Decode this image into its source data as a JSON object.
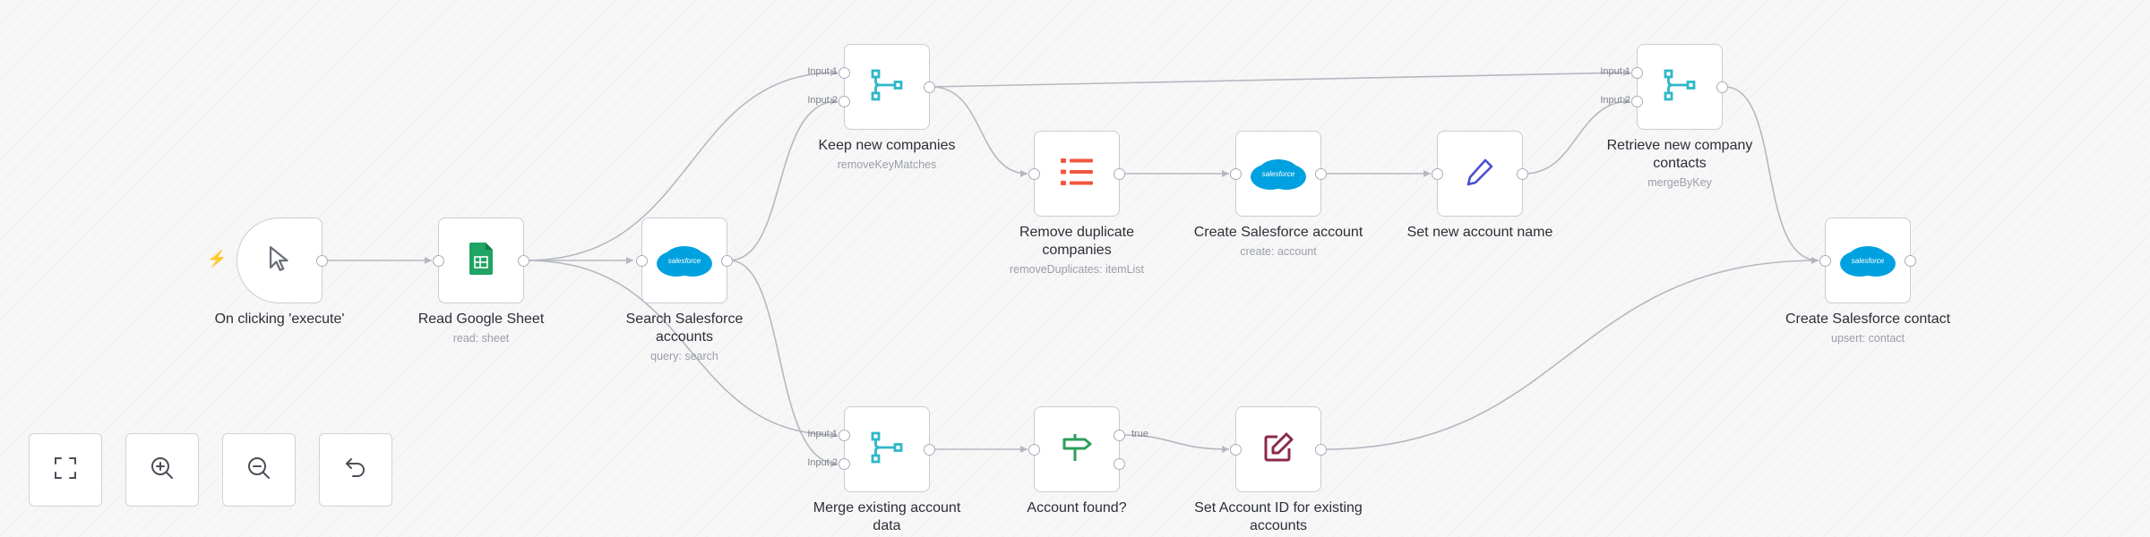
{
  "canvas": {
    "nodes": {
      "trigger": {
        "title": "On clicking 'execute'",
        "icon": "cursor-arrow-icon"
      },
      "read_sheet": {
        "title": "Read Google Sheet",
        "sub": "read: sheet",
        "icon": "google-sheets-icon"
      },
      "search_sf": {
        "title": "Search Salesforce accounts",
        "sub": "query: search",
        "icon": "salesforce-icon",
        "logo_text": "salesforce"
      },
      "keep_new": {
        "title": "Keep new companies",
        "sub": "removeKeyMatches",
        "icon": "merge-icon",
        "inputs": [
          "Input 1",
          "Input 2"
        ]
      },
      "merge_existing": {
        "title": "Merge existing account data",
        "icon": "merge-icon",
        "inputs": [
          "Input 1",
          "Input 2"
        ]
      },
      "remove_dup": {
        "title": "Remove duplicate companies",
        "sub": "removeDuplicates: itemList",
        "icon": "list-icon"
      },
      "account_found": {
        "title": "Account found?",
        "icon": "signpost-icon",
        "outputs": [
          "true"
        ]
      },
      "create_account": {
        "title": "Create Salesforce account",
        "sub": "create: account",
        "icon": "salesforce-icon",
        "logo_text": "salesforce"
      },
      "set_name": {
        "title": "Set new account name",
        "icon": "pen-icon"
      },
      "set_id": {
        "title": "Set Account ID for existing accounts",
        "icon": "edit-icon"
      },
      "retrieve": {
        "title": "Retrieve new company contacts",
        "sub": "mergeByKey",
        "icon": "merge-icon",
        "inputs": [
          "Input 1",
          "Input 2"
        ]
      },
      "create_contact": {
        "title": "Create Salesforce contact",
        "sub": "upsert: contact",
        "icon": "salesforce-icon",
        "logo_text": "salesforce"
      }
    }
  },
  "controls": [
    {
      "name": "fit-view-button",
      "icon": "fit-screen-icon"
    },
    {
      "name": "zoom-in-button",
      "icon": "zoom-in-icon"
    },
    {
      "name": "zoom-out-button",
      "icon": "zoom-out-icon"
    },
    {
      "name": "reset-zoom-button",
      "icon": "undo-icon"
    }
  ],
  "colors": {
    "merge": "#2fb7c9",
    "sheets": "#1fa463",
    "salesforce": "#00a1e0",
    "list": "#f0573e",
    "signpost": "#2e9e5b",
    "pen": "#4b4fd1",
    "edit": "#8c2a48",
    "trigger_bolt": "#ff6d5a"
  }
}
